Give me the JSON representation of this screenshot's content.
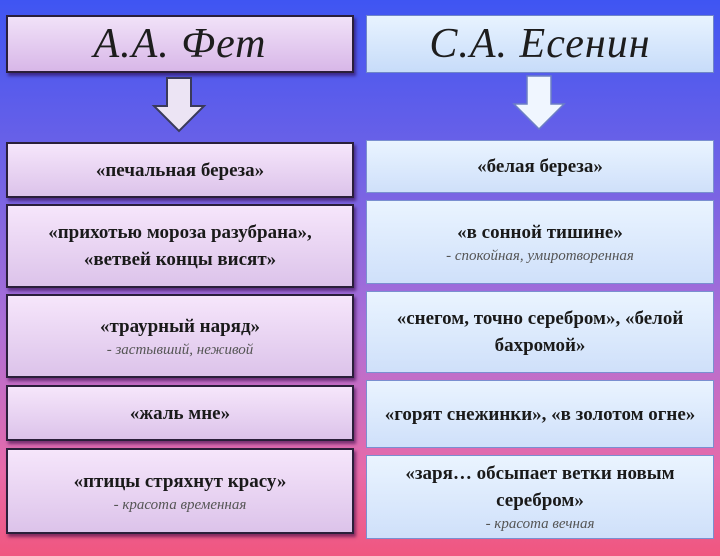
{
  "left": {
    "title": "А.А. Фет",
    "items": [
      {
        "main": "«печальная береза»",
        "note": ""
      },
      {
        "main": "«прихотью мороза разубрана», «ветвей концы висят»",
        "note": ""
      },
      {
        "main": "«траурный наряд»",
        "note": "- застывший, неживой"
      },
      {
        "main": "«жаль мне»",
        "note": ""
      },
      {
        "main": "«птицы стряхнут красу»",
        "note": "- красота временная"
      }
    ]
  },
  "right": {
    "title": "С.А. Есенин",
    "items": [
      {
        "main": "«белая береза»",
        "note": ""
      },
      {
        "main": "«в сонной тишине»",
        "note": "- спокойная, умиротворенная"
      },
      {
        "main": "«снегом, точно серебром», «белой бахромой»",
        "note": ""
      },
      {
        "main": "«горят снежинки», «в золотом огне»",
        "note": ""
      },
      {
        "main": "«заря… обсыпает ветки новым серебром»",
        "note": "- красота вечная"
      }
    ]
  },
  "colors": {
    "left_box": "#dcc3ea",
    "right_box": "#cfe0fa",
    "background_top": "#3f55f2",
    "background_bottom": "#f0567f"
  },
  "icons": {
    "down_arrow": "down-arrow-icon"
  }
}
